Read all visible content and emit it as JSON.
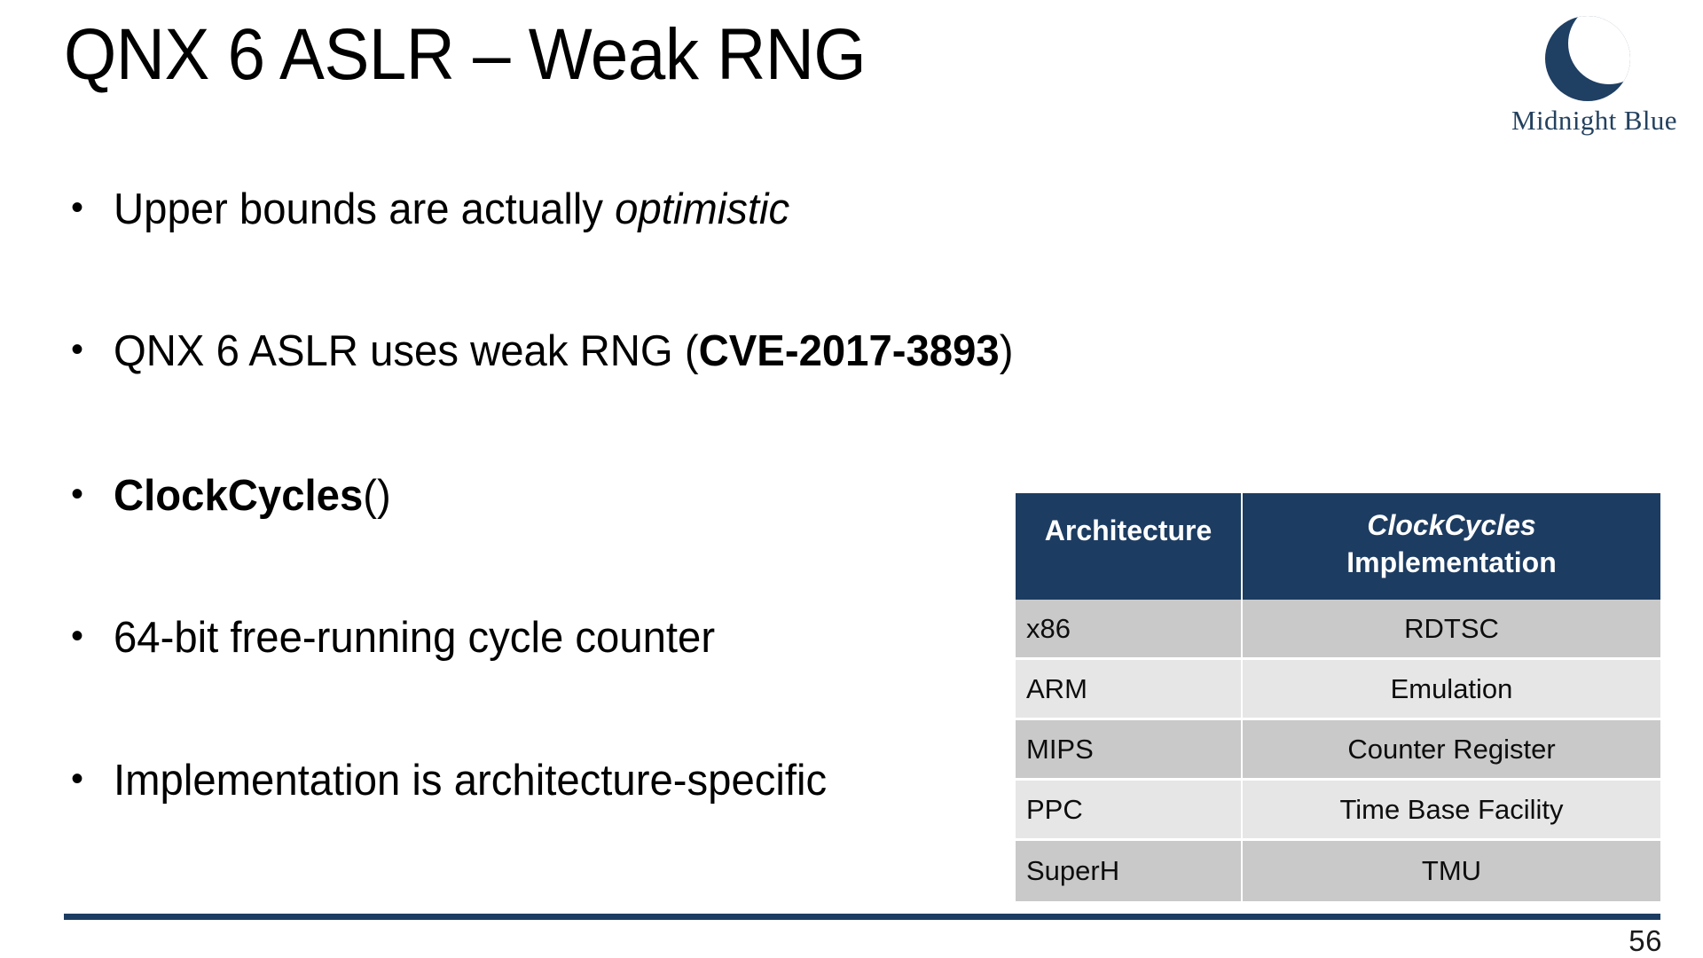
{
  "slide": {
    "title": "QNX 6 ASLR – Weak RNG",
    "page_number": "56"
  },
  "logo": {
    "icon": "crescent-moon-icon",
    "text": "Midnight Blue",
    "color": "#1f3f63"
  },
  "bullets": [
    {
      "marker": "•",
      "segments": [
        {
          "text": "Upper bounds are actually ",
          "style": "normal"
        },
        {
          "text": "optimistic",
          "style": "italic"
        }
      ],
      "plain": "Upper bounds are actually optimistic"
    },
    {
      "marker": "•",
      "segments": [
        {
          "text": "QNX 6 ASLR uses weak RNG (",
          "style": "normal"
        },
        {
          "text": "CVE-2017-3893",
          "style": "bold"
        },
        {
          "text": ")",
          "style": "normal"
        }
      ],
      "plain": "QNX 6 ASLR uses weak RNG (CVE-2017-3893)"
    },
    {
      "marker": "•",
      "segments": [
        {
          "text": "ClockCycles",
          "style": "bold"
        },
        {
          "text": "()",
          "style": "normal"
        }
      ],
      "plain": "ClockCycles()"
    },
    {
      "marker": "•",
      "segments": [
        {
          "text": "64-bit free-running cycle counter",
          "style": "normal"
        }
      ],
      "plain": "64-bit free-running cycle counter"
    },
    {
      "marker": "•",
      "segments": [
        {
          "text": "Implementation is architecture-specific",
          "style": "normal"
        }
      ],
      "plain": "Implementation is architecture-specific"
    }
  ],
  "table": {
    "headers": {
      "architecture": "Architecture",
      "implementation_italic": "ClockCycles",
      "implementation_plain": "Implementation"
    },
    "rows": [
      {
        "architecture": "x86",
        "implementation": "RDTSC"
      },
      {
        "architecture": "ARM",
        "implementation": "Emulation"
      },
      {
        "architecture": "MIPS",
        "implementation": "Counter Register"
      },
      {
        "architecture": "PPC",
        "implementation": "Time Base Facility"
      },
      {
        "architecture": "SuperH",
        "implementation": "TMU"
      }
    ],
    "header_bg": "#1d3c61",
    "row_odd_bg": "#c9c9c9",
    "row_even_bg": "#e6e6e6"
  },
  "footer": {
    "rule_color": "#1d3c61"
  }
}
